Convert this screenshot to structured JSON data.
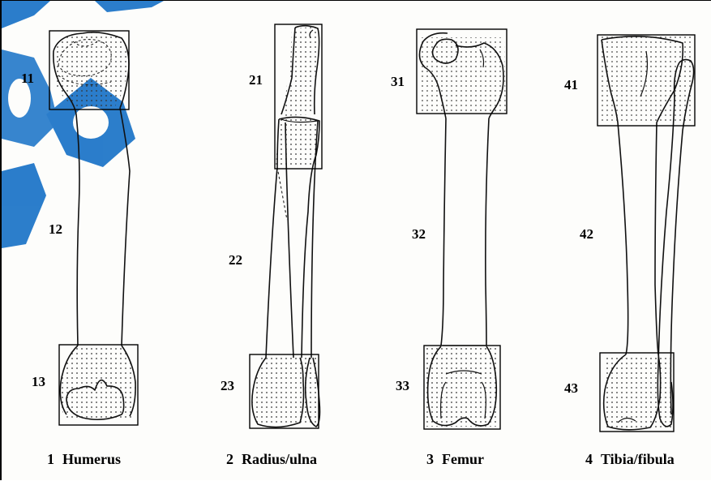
{
  "segments": {
    "s11": "11",
    "s12": "12",
    "s13": "13",
    "s21": "21",
    "s22": "22",
    "s23": "23",
    "s31": "31",
    "s32": "32",
    "s33": "33",
    "s41": "41",
    "s42": "42",
    "s43": "43"
  },
  "captions": [
    {
      "number": "1",
      "name": "Humerus"
    },
    {
      "number": "2",
      "name": "Radius/ulna"
    },
    {
      "number": "3",
      "name": "Femur"
    },
    {
      "number": "4",
      "name": "Tibia/fibula"
    }
  ],
  "colors": {
    "watermark": "#1a73c7",
    "ink": "#000000"
  }
}
